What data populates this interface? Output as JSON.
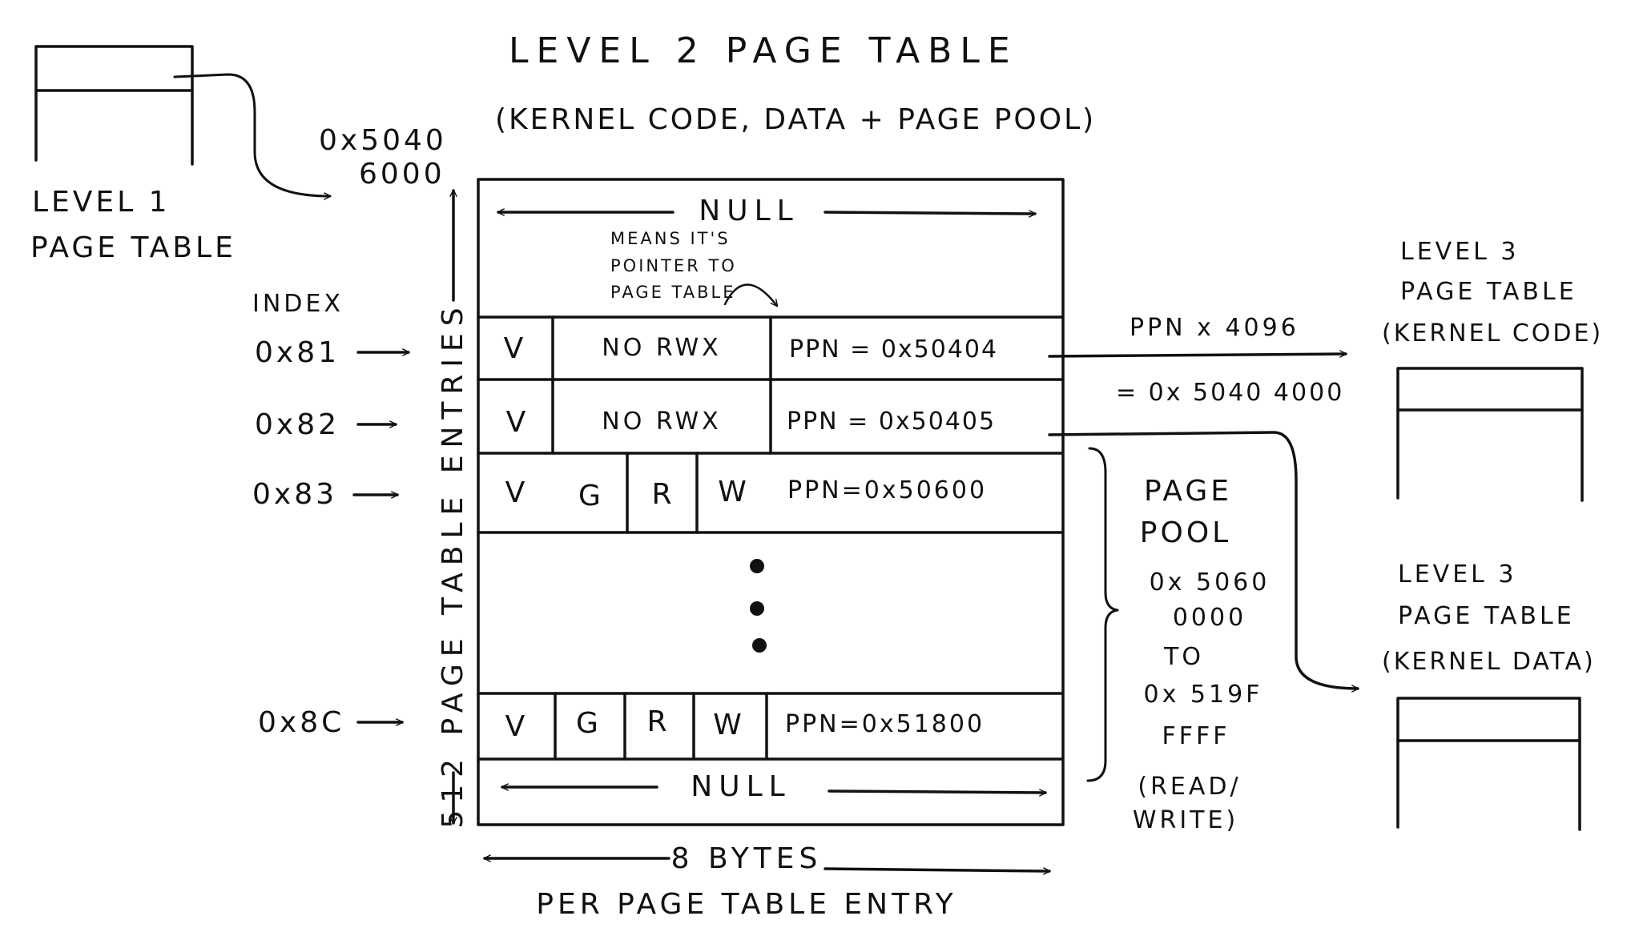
{
  "title": "LEVEL 2 PAGE TABLE",
  "subtitle": "(KERNEL CODE, DATA + PAGE POOL)",
  "level1": {
    "label_line1": "LEVEL 1",
    "label_line2": "PAGE TABLE"
  },
  "base_address": {
    "line1": "0x5040",
    "line2": "6000"
  },
  "index_header": "INDEX",
  "side_label": "512 PAGE TABLE ENTRIES",
  "null_top": "NULL",
  "null_bottom": "NULL",
  "note": {
    "line1": "MEANS IT'S",
    "line2": "POINTER TO",
    "line3": "PAGE TABLE"
  },
  "entries": [
    {
      "index": "0x81",
      "flags": [
        "V",
        "NO RWX"
      ],
      "ppn": "PPN = 0x50404"
    },
    {
      "index": "0x82",
      "flags": [
        "V",
        "NO RWX"
      ],
      "ppn": "PPN = 0x50405"
    },
    {
      "index": "0x83",
      "flags": [
        "V",
        "G",
        "R",
        "W"
      ],
      "ppn": "PPN=0x50600"
    },
    {
      "index": "0x8C",
      "flags": [
        "V",
        "G",
        "R",
        "W"
      ],
      "ppn": "PPN=0x51800"
    }
  ],
  "calc": {
    "line1": "PPN x 4096",
    "line2": "= 0x 5040 4000"
  },
  "page_pool": {
    "line1": "PAGE",
    "line2": "POOL",
    "from1": "0x 5060",
    "from2": "0000",
    "to": "TO",
    "to1": "0x 519F",
    "to2": "FFFF",
    "access1": "(READ/",
    "access2": "WRITE)"
  },
  "level3_code": {
    "line1": "LEVEL 3",
    "line2": "PAGE TABLE",
    "line3": "(KERNEL CODE)"
  },
  "level3_data": {
    "line1": "LEVEL 3",
    "line2": "PAGE TABLE",
    "line3": "(KERNEL DATA)"
  },
  "bottom": {
    "line1": "8 BYTES",
    "line2": "PER PAGE TABLE ENTRY"
  }
}
